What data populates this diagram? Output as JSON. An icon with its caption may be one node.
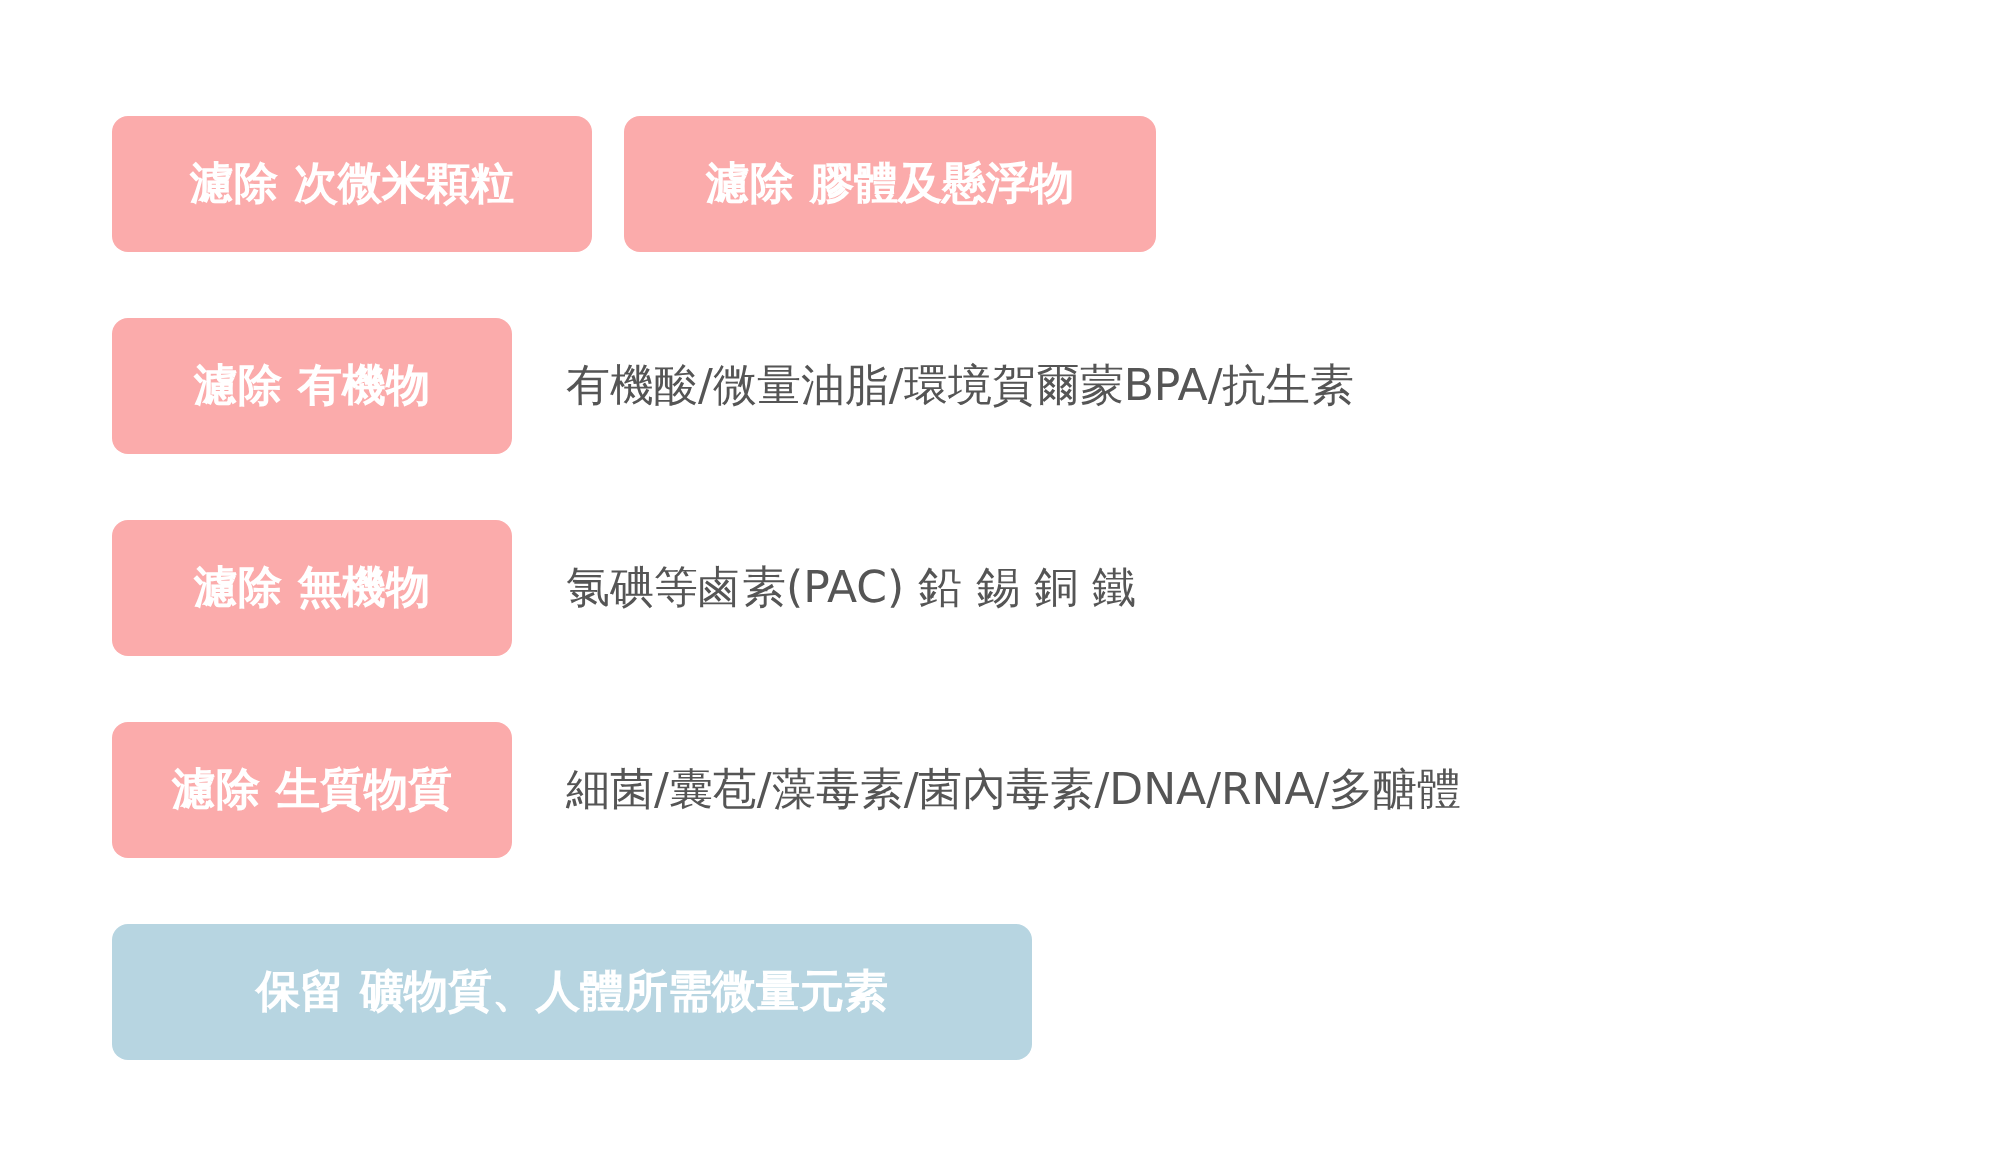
{
  "diagram": {
    "nodes": [
      {
        "text": [
          "濾除 次微米顆粒"
        ]
      },
      {
        "text": [
          "濾除 膠體及懸浮物"
        ]
      },
      {
        "text": [
          "濾除 有機物"
        ],
        "beside": [
          "有機酸/微量油脂/環境賀爾蒙BPA/抗生素"
        ]
      },
      {
        "text": [
          "濾除 無機物"
        ],
        "beside": [
          "氯碘等鹵素(PAC) 鉛 錫 銅 鐵"
        ]
      },
      {
        "text": [
          "濾除 生質物質"
        ],
        "beside": [
          "細菌/囊苞/藻毒素/菌內毒素/DNA/RNA/多醣體"
        ]
      },
      {
        "text": [
          "保留 礦物質、人體所需微量元素"
        ]
      }
    ]
  }
}
